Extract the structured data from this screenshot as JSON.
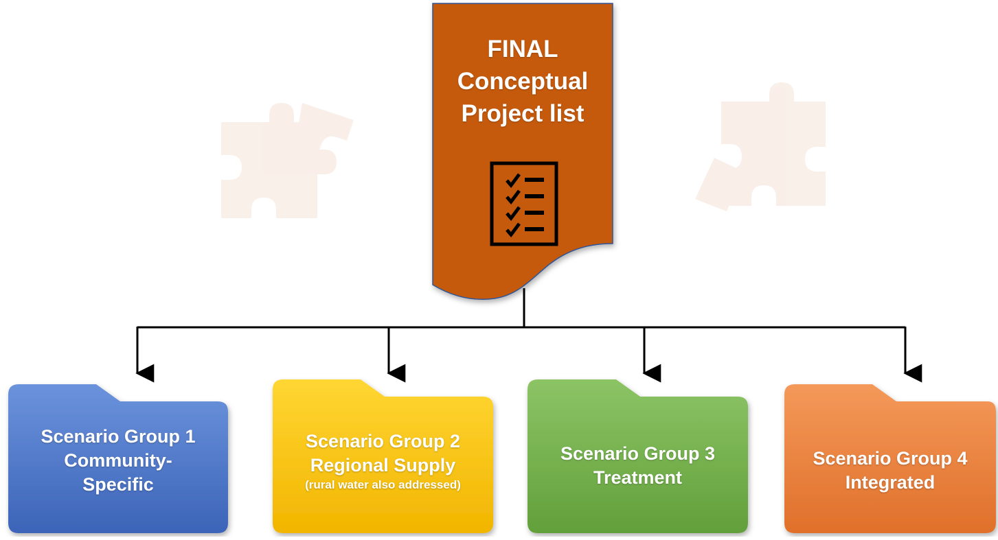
{
  "document": {
    "title_lines": [
      "FINAL",
      "Conceptual",
      "Project list"
    ],
    "fill_color": "#c55a11",
    "icon": "checklist-icon"
  },
  "background_icons": [
    "puzzle-icon",
    "puzzle-icon"
  ],
  "folders": [
    {
      "line1": "Scenario Group 1",
      "line2": "Community-",
      "line3": "Specific",
      "color": "#4472c4"
    },
    {
      "line1": "Scenario Group 2",
      "line2": "Regional Supply",
      "note": "(rural water also addressed)",
      "color": "#ffc000"
    },
    {
      "line1": "Scenario Group 3",
      "line2": "Treatment",
      "color": "#70ad47"
    },
    {
      "line1": "Scenario Group 4",
      "line2": "Integrated",
      "color": "#ed7d31"
    }
  ]
}
